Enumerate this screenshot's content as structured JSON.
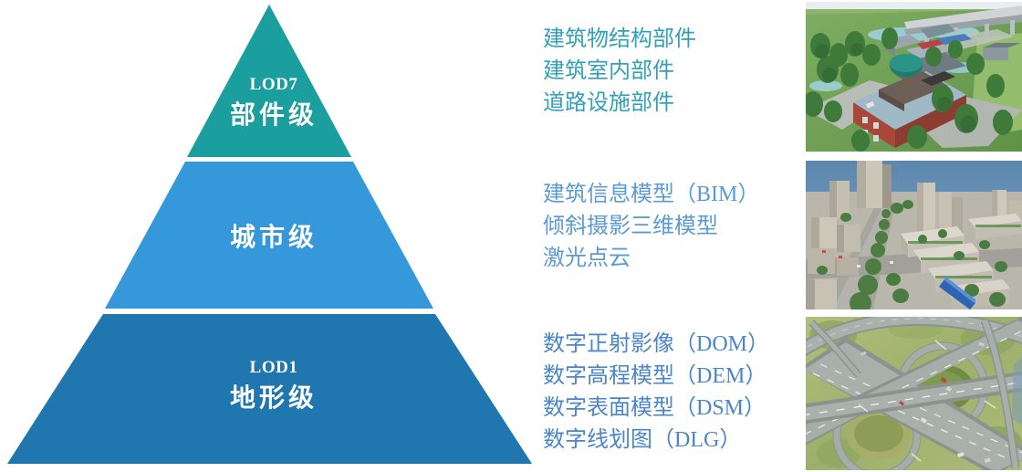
{
  "pyramid": {
    "tiers": [
      {
        "id": "lod7-component-level",
        "code": "LOD7",
        "name": "部件级",
        "color": "#1A9E9E"
      },
      {
        "id": "city-level",
        "code": "",
        "name": "城市级",
        "color": "#3498DB"
      },
      {
        "id": "lod1-terrain-level",
        "code": "LOD1",
        "name": "地形级",
        "color": "#2077B0"
      }
    ]
  },
  "content_blocks": [
    {
      "id": "component-level-items",
      "color": "#31A0B8",
      "lines": [
        "建筑物结构部件",
        "建筑室内部件",
        "道路设施部件"
      ]
    },
    {
      "id": "city-level-items",
      "color": "#5B9BD5",
      "lines": [
        "建筑信息模型（BIM）",
        "倾斜摄影三维模型",
        "激光点云"
      ]
    },
    {
      "id": "terrain-level-items",
      "color": "#4A86C8",
      "lines": [
        "数字正射影像（DOM）",
        "数字高程模型（DEM）",
        "数字表面模型（DSM）",
        "数字线划图（DLG）"
      ]
    }
  ],
  "thumbnails": [
    {
      "id": "component-level-thumbnail",
      "description": "建筑物三维精细模型鸟瞰渲染图"
    },
    {
      "id": "city-level-thumbnail",
      "description": "城市倾斜摄影三维模型"
    },
    {
      "id": "terrain-level-thumbnail",
      "description": "高速公路互通立交正射影像"
    }
  ]
}
